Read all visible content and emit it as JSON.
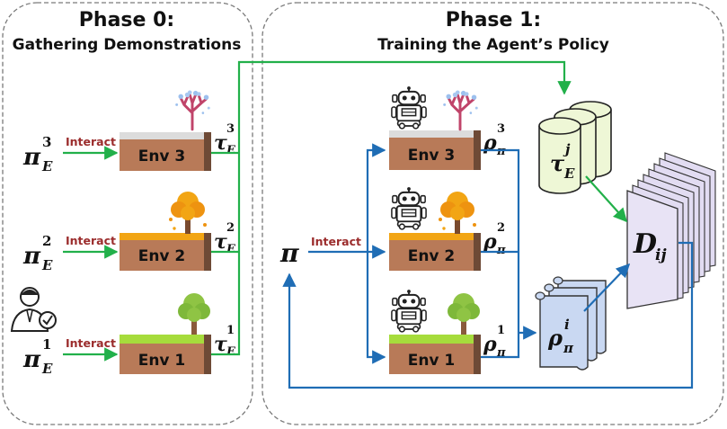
{
  "phase0": {
    "title": "Phase 0:",
    "subtitle": "Gathering Demonstrations",
    "rows": [
      {
        "env": "Env 3",
        "interact": "Interact",
        "policy_base": "π",
        "policy_sup": "3",
        "policy_sub": "E",
        "traj_base": "τ",
        "traj_sup": "3",
        "traj_sub": "E"
      },
      {
        "env": "Env 2",
        "interact": "Interact",
        "policy_base": "π",
        "policy_sup": "2",
        "policy_sub": "E",
        "traj_base": "τ",
        "traj_sup": "2",
        "traj_sub": "E"
      },
      {
        "env": "Env 1",
        "interact": "Interact",
        "policy_base": "π",
        "policy_sup": "1",
        "policy_sub": "E",
        "traj_base": "τ",
        "traj_sup": "1",
        "traj_sub": "E"
      }
    ]
  },
  "phase1": {
    "title": "Phase 1:",
    "subtitle": "Training the Agent’s Policy",
    "policy": "π",
    "interact": "Interact",
    "rows": [
      {
        "env": "Env 3",
        "rollout_base": "ρ",
        "rollout_sup": "3",
        "rollout_sub": "π"
      },
      {
        "env": "Env 2",
        "rollout_base": "ρ",
        "rollout_sup": "2",
        "rollout_sub": "π"
      },
      {
        "env": "Env 1",
        "rollout_base": "ρ",
        "rollout_sup": "1",
        "rollout_sub": "π"
      }
    ],
    "demo_store": {
      "base": "τ",
      "sup": "j",
      "sub": "E"
    },
    "rollout_store": {
      "base": "ρ",
      "sup": "i",
      "sub": "π"
    },
    "discriminator": {
      "base": "D",
      "sub": "ij"
    }
  },
  "colors": {
    "green_arrow": "#22b04a",
    "blue_arrow": "#1f6db5",
    "interact_text": "#9b2c2c",
    "soil": "#b87a58",
    "soil_dark": "#6e4a36",
    "grass": "#a6dc3c",
    "autumn": "#f2a514",
    "snow": "#dcdcdc",
    "cylinder": "#eef7d6",
    "scroll": "#c9d8f2",
    "disc_page": "#e2dcf2"
  },
  "icons": [
    "expert-person-icon",
    "robot-icon",
    "green-tree-icon",
    "autumn-tree-icon",
    "winter-tree-icon"
  ]
}
